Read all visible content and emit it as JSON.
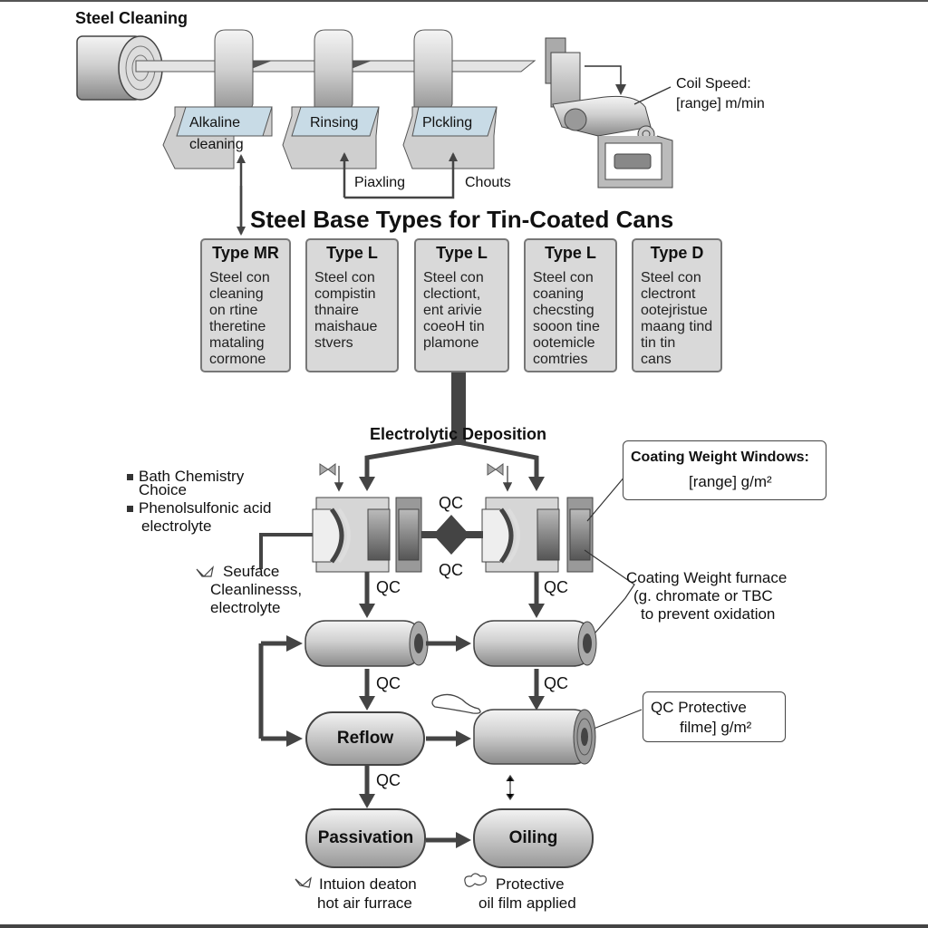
{
  "title_cleaning": "Steel Cleaning",
  "cleaning_tanks": [
    {
      "label_line1": "Alkaline",
      "label_line2": "cleaning"
    },
    {
      "label_line1": "Rinsing",
      "label_line2": ""
    },
    {
      "label_line1": "Plckling",
      "label_line2": ""
    }
  ],
  "return_labels": {
    "left": "Piaxling",
    "right": "Chouts"
  },
  "coil_speed": {
    "line1": "Coil Speed:",
    "line2": "[range] m/min"
  },
  "types_title": "Steel Base Types for Tin-Coated Cans",
  "types": [
    {
      "title": "Type MR",
      "lines": [
        "Steel con",
        "cleaning",
        "on rtine",
        "theretine",
        "mataling",
        "cormone"
      ]
    },
    {
      "title": "Type L",
      "lines": [
        "Steel con",
        "compistin",
        "thnaire",
        "maishaue",
        "stvers"
      ]
    },
    {
      "title": "Type L",
      "lines": [
        "Steel con",
        "clectiont,",
        "ent arivie",
        "coeoH tin",
        "plamone"
      ]
    },
    {
      "title": "Type L",
      "lines": [
        "Steel con",
        "coaning",
        "checsting",
        "sooon tine",
        "ootemicle",
        "comtries"
      ]
    },
    {
      "title": "Type D",
      "lines": [
        "Steel con",
        "clectront",
        "ootejristue",
        "maang tind",
        "tin tin",
        "cans"
      ]
    }
  ],
  "deposition_title": "Electrolytic Deposition",
  "bath_bullets": [
    {
      "line1": "Bath Chemistry",
      "line2": "Choice"
    },
    {
      "line1": "Phenolsulfonic acid",
      "line2": "electrolyte"
    }
  ],
  "surface_note": {
    "line1": "Seuface",
    "line2": "Cleanlinesss,",
    "line3": "electrolyte"
  },
  "qc_label": "QC",
  "coating_window": {
    "line1": "Coating Weight Windows:",
    "line2": "[range] g/m²"
  },
  "coating_furnace_note": {
    "line1": "Coating Weight furnace",
    "line2": "(g. chromate or TBC",
    "line3": "to prevent oxidation"
  },
  "process_steps": {
    "reflow": "Reflow",
    "passivation": "Passivation",
    "oiling": "Oiling"
  },
  "protective_callout": {
    "line1": "QC  Protective",
    "line2": "filme] g/m²"
  },
  "passivation_note": {
    "line1": "Intuion deaton",
    "line2": "hot air furrace"
  },
  "oiling_note": {
    "line1": "Protective",
    "line2": "oil film applied"
  },
  "colors": {
    "line": "#444444",
    "card_fill": "#d9d9d9",
    "tank_liquid": "#c8dbe6",
    "metal_light": "#eeeeee",
    "metal_dark": "#888888"
  }
}
